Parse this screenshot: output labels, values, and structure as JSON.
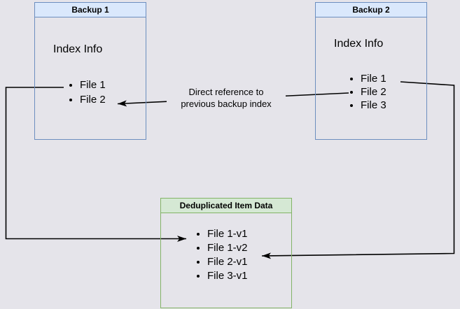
{
  "page": {
    "background": "#e5e4ea"
  },
  "colors": {
    "blue_fill": "#dae8fc",
    "blue_border": "#6c8ebf",
    "green_fill": "#d5e8d4",
    "green_border": "#82b366",
    "arrow": "#000000",
    "text": "#000000"
  },
  "backup1": {
    "title": "Backup 1",
    "subtitle": "Index Info",
    "items": [
      "File 1",
      "File 2"
    ]
  },
  "backup2": {
    "title": "Backup 2",
    "subtitle": "Index Info",
    "items": [
      "File 1",
      "File 2",
      "File 3"
    ]
  },
  "dedup": {
    "title": "Deduplicated Item Data",
    "items": [
      "File 1-v1",
      "File 1-v2",
      "File 2-v1",
      "File 3-v1"
    ]
  },
  "edge_label": "Direct reference to\nprevious backup index"
}
